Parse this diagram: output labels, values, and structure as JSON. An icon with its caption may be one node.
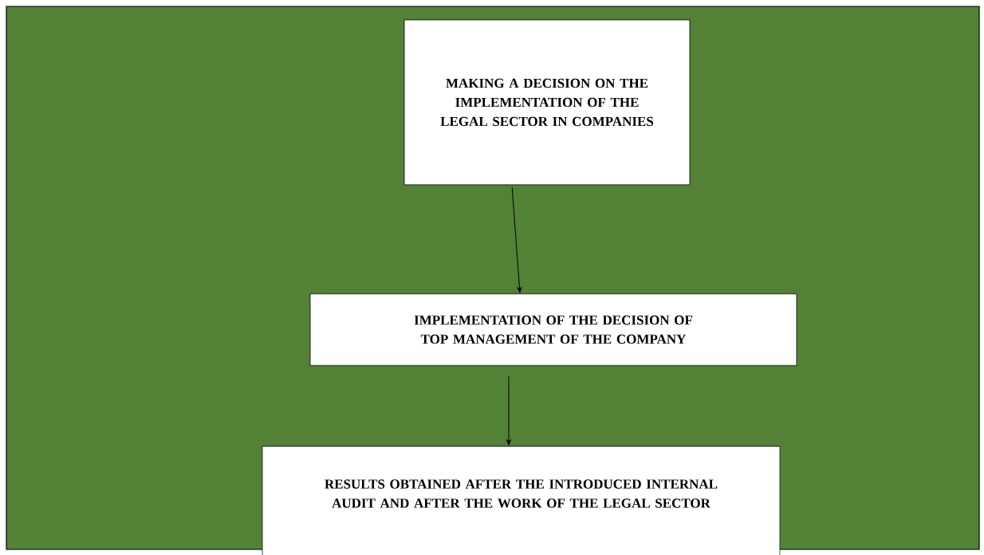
{
  "diagram": {
    "nodes": [
      {
        "text": [
          "MAKING A DECISION ON THE IMPLEMENTATION OF THE LEGAL SECTOR IN COMPANIES"
        ]
      },
      {
        "text": [
          "IMPLEMENTATION OF THE DECISION OF TOP MANAGEMENT OF THE COMPANY"
        ]
      },
      {
        "text": [
          "RESULTS OBTAINED AFTER THE INTRODUCED INTERNAL AUDIT AND AFTER THE WORK OF THE LEGAL SECTOR"
        ]
      }
    ],
    "edges": [
      {
        "from": 0,
        "to": 1,
        "arrow": "to"
      },
      {
        "from": 1,
        "to": 2,
        "arrow": "to"
      }
    ]
  }
}
